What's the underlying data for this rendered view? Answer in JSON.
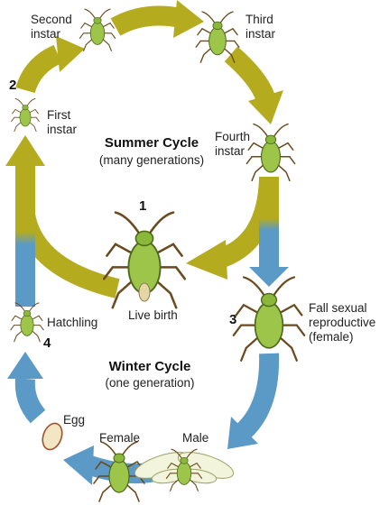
{
  "colors": {
    "summer": "#b5ab1e",
    "winter": "#5b9ac6",
    "aphid_body": "#9cc54a",
    "aphid_outline": "#4e6a1d",
    "aphid_legs": "#6b4a1f",
    "egg": "#f2e6c4",
    "egg_outline": "#a0522d"
  },
  "icons": [
    "aphid-icon",
    "egg-icon",
    "winged-aphid-icon",
    "cycle-arrow-icon"
  ],
  "summer_cycle": {
    "title": "Summer Cycle",
    "subtitle": "(many generations)"
  },
  "winter_cycle": {
    "title": "Winter Cycle",
    "subtitle": "(one generation)"
  },
  "stages": {
    "second_instar": [
      "Second",
      "instar"
    ],
    "third_instar": [
      "Third",
      "instar"
    ],
    "first_instar": [
      "First",
      "instar"
    ],
    "fourth_instar": [
      "Fourth",
      "instar"
    ],
    "live_birth": "Live birth",
    "fall_sexual": [
      "Fall sexual",
      "reproductive",
      "(female)"
    ],
    "hatchling": "Hatchling",
    "egg": "Egg",
    "female": "Female",
    "male": "Male"
  },
  "step_numbers": {
    "one": "1",
    "two": "2",
    "three": "3",
    "four": "4"
  }
}
